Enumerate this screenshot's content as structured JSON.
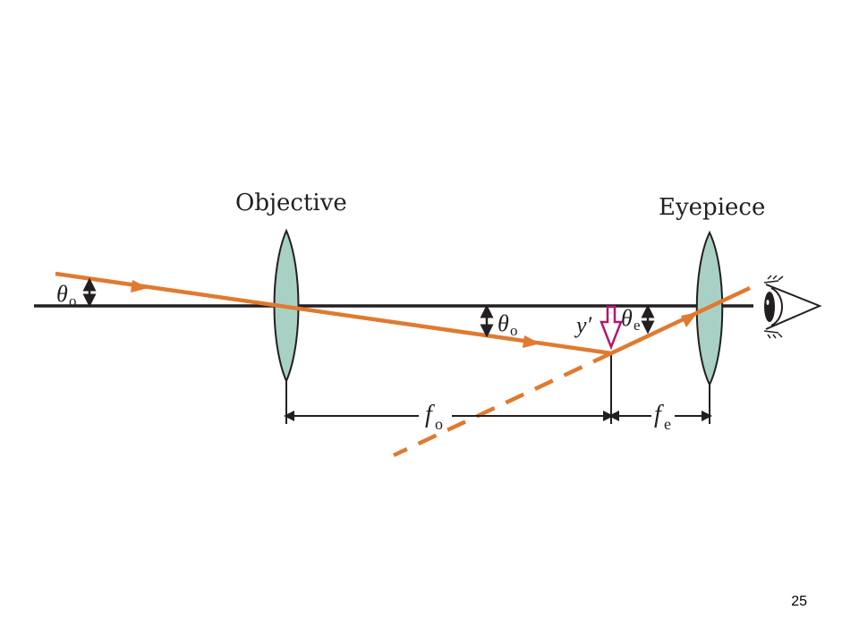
{
  "labels": {
    "objective": "Objective",
    "eyepiece": "Eyepiece",
    "theta_symbol": "θ",
    "theta_o_sub": "o",
    "theta_e_sub": "e",
    "y_prime": "y′",
    "f_symbol": "f",
    "f_o_sub": "o",
    "f_e_sub": "e"
  },
  "colors": {
    "ray": "#e07a2f",
    "lens_fill": "#a9d0c4",
    "lens_stroke": "#231f20",
    "image_arrow": "#b0186e",
    "axis": "#231f20"
  },
  "slide_number": "25"
}
